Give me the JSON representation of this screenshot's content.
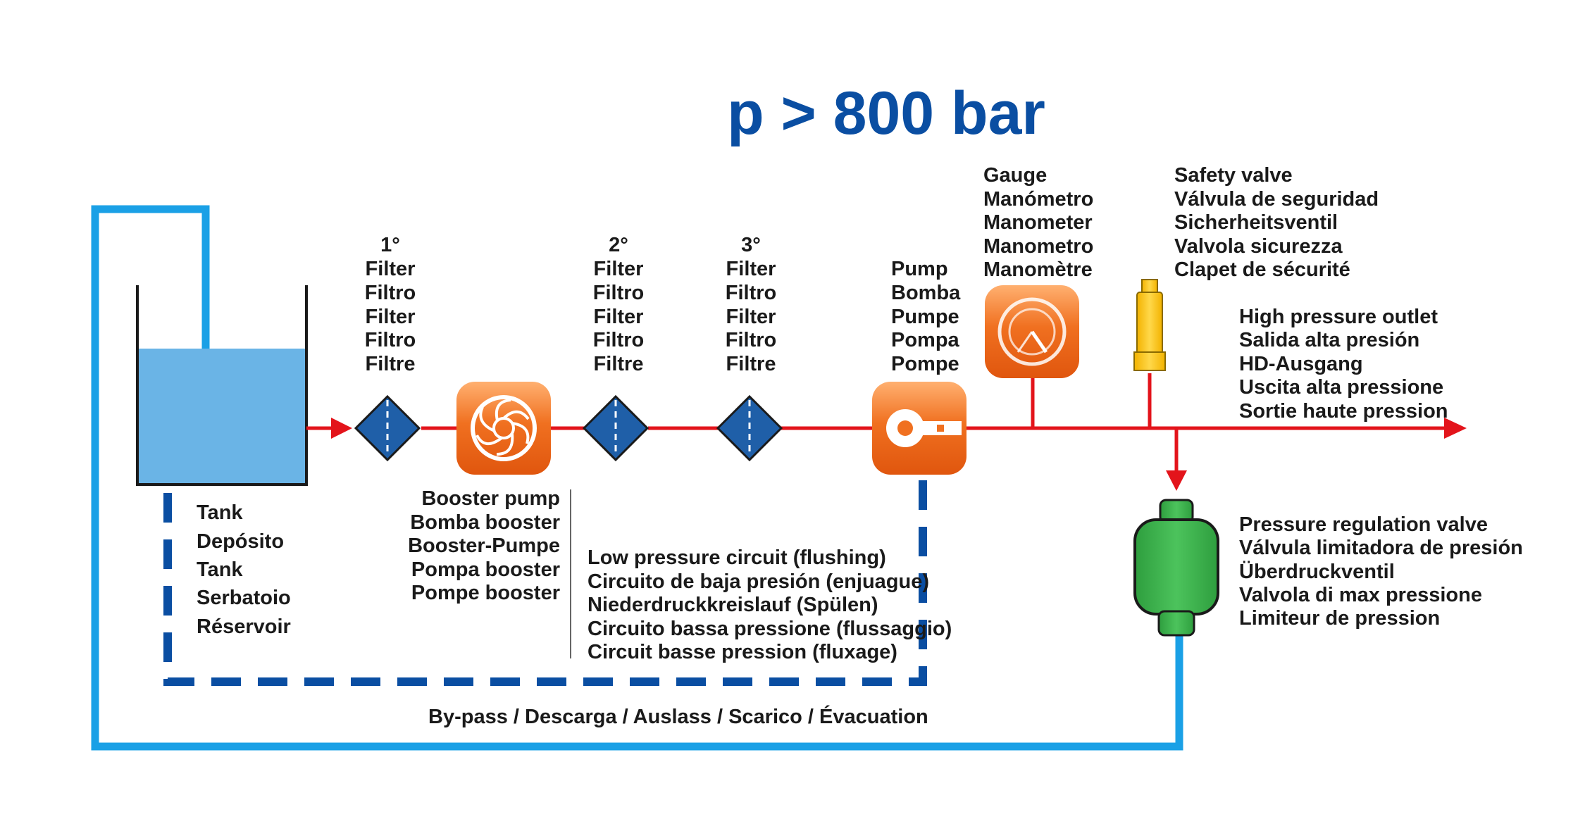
{
  "title": "p > 800 bar",
  "colors": {
    "title": "#0a4ea2",
    "flow_line": "#e3141b",
    "return_line": "#1aa0e6",
    "dashed_line": "#0a4ea2",
    "water": "#6ab4e6",
    "filter_fill": "#1f5fa8",
    "pump_orange": "#f07020",
    "gauge_orange": "#f07020",
    "safety_valve": "#f6c20c",
    "regulation_valve": "#3fb34f"
  },
  "tank": {
    "labels": [
      "Tank",
      "Depósito",
      "Tank",
      "Serbatoio",
      "Réservoir"
    ]
  },
  "filter1": {
    "labels": [
      "1°",
      "Filter",
      "Filtro",
      "Filter",
      "Filtro",
      "Filtre"
    ]
  },
  "booster": {
    "labels": [
      "Booster pump",
      "Bomba booster",
      "Booster-Pumpe",
      "Pompa booster",
      "Pompe booster"
    ]
  },
  "filter2": {
    "labels": [
      "2°",
      "Filter",
      "Filtro",
      "Filter",
      "Filtro",
      "Filtre"
    ]
  },
  "filter3": {
    "labels": [
      "3°",
      "Filter",
      "Filtro",
      "Filter",
      "Filtro",
      "Filtre"
    ]
  },
  "pump": {
    "labels": [
      "Pump",
      "Bomba",
      "Pumpe",
      "Pompa",
      "Pompe"
    ]
  },
  "gauge": {
    "labels": [
      "Gauge",
      "Manómetro",
      "Manometer",
      "Manometro",
      "Manomètre"
    ]
  },
  "safety_valve": {
    "labels": [
      "Safety valve",
      "Válvula de seguridad",
      "Sicherheitsventil",
      "Valvola sicurezza",
      "Clapet de sécurité"
    ]
  },
  "outlet": {
    "labels": [
      "High pressure outlet",
      "Salida alta presión",
      "HD-Ausgang",
      "Uscita alta pressione",
      "Sortie haute pression"
    ]
  },
  "low_pressure": {
    "labels": [
      "Low pressure circuit (flushing)",
      "Circuito de baja presión (enjuague)",
      "Niederdruckkreislauf (Spülen)",
      "Circuito bassa pressione (flussaggio)",
      "Circuit basse pression (fluxage)"
    ]
  },
  "regulation_valve": {
    "labels": [
      "Pressure regulation valve",
      "Válvula limitadora de presión",
      "Überdruckventil",
      "Valvola di max pressione",
      "Limiteur de pression"
    ]
  },
  "bypass": {
    "label": "By-pass / Descarga / Auslass / Scarico / Évacuation"
  }
}
